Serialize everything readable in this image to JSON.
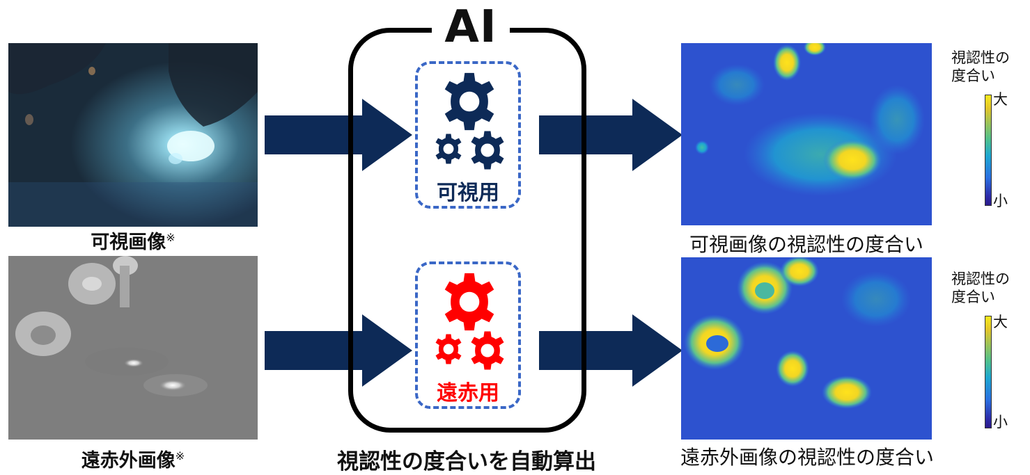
{
  "ai_block": {
    "title": "AI",
    "visible_engine_label": "可視用",
    "far_infrared_engine_label": "遠赤用",
    "footer": "視認性の度合いを自動算出"
  },
  "inputs": {
    "visible_caption": "可視画像",
    "far_infrared_caption": "遠赤外画像",
    "note_mark": "※"
  },
  "outputs": {
    "visible_caption": "可視画像の視認性の度合い",
    "far_infrared_caption": "遠赤外画像の視認性の度合い"
  },
  "colorbar": {
    "title_line1": "視認性の",
    "title_line2": "度合い",
    "high_label": "大",
    "low_label": "小"
  },
  "colors": {
    "arrow": "#0d2a57",
    "visible_gear": "#0d2a57",
    "far_infrared_gear": "#ff0000",
    "dashed_box": "#3a67c6"
  }
}
